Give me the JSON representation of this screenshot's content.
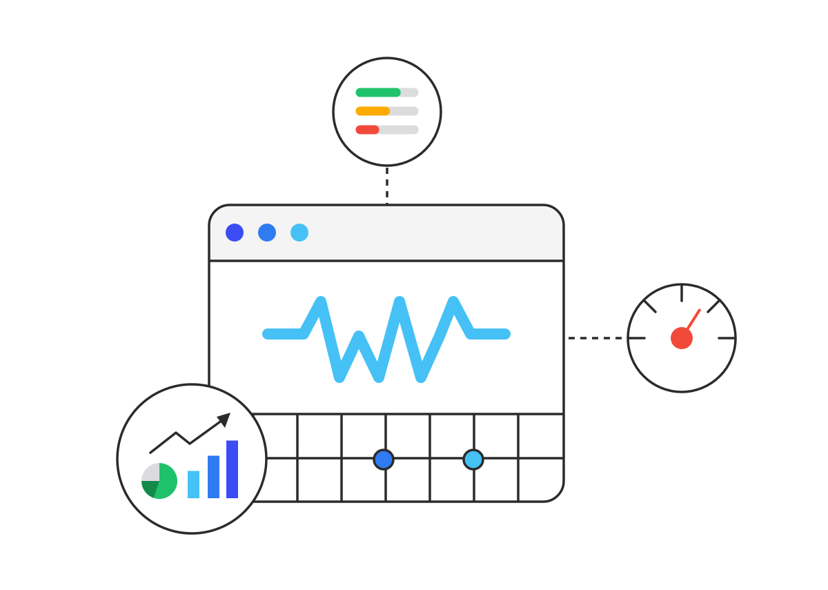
{
  "colors": {
    "background": "#ffffff",
    "outline": "#2b2b2b",
    "titlebar_fill": "#f4f4f5",
    "window_dots": [
      "#3b4cf5",
      "#2f7bf2",
      "#45c1f5"
    ],
    "pulse_line": "#45c1f5",
    "grid_point_1": "#2f7bf2",
    "grid_point_2": "#45c1f5",
    "bar_track": "#dcdcdf",
    "gauge_needle": "#f24a3a",
    "chart_bars": [
      "#45c1f5",
      "#2f7bf2",
      "#3b4cf5"
    ],
    "pie_main": "#1fc26b",
    "pie_dark": "#118a4a",
    "pie_rest": "#dcdcdf"
  },
  "status_bars": [
    {
      "name": "green-status-bar",
      "color": "#1fc26b",
      "fill_fraction": 0.67
    },
    {
      "name": "orange-status-bar",
      "color": "#ffab00",
      "fill_fraction": 0.47
    },
    {
      "name": "red-status-bar",
      "color": "#f24a3a",
      "fill_fraction": 0.27
    }
  ],
  "gauge": {
    "level_fraction": 0.68
  },
  "mini_chart": {
    "bar_levels": [
      0.45,
      0.7,
      0.95
    ],
    "pie_shares": [
      0.55,
      0.2,
      0.25
    ]
  },
  "icons": [
    "status-bars-icon",
    "gauge-icon",
    "analytics-icon",
    "trend-arrow-icon",
    "pie-chart-icon",
    "pulse-line-icon"
  ]
}
